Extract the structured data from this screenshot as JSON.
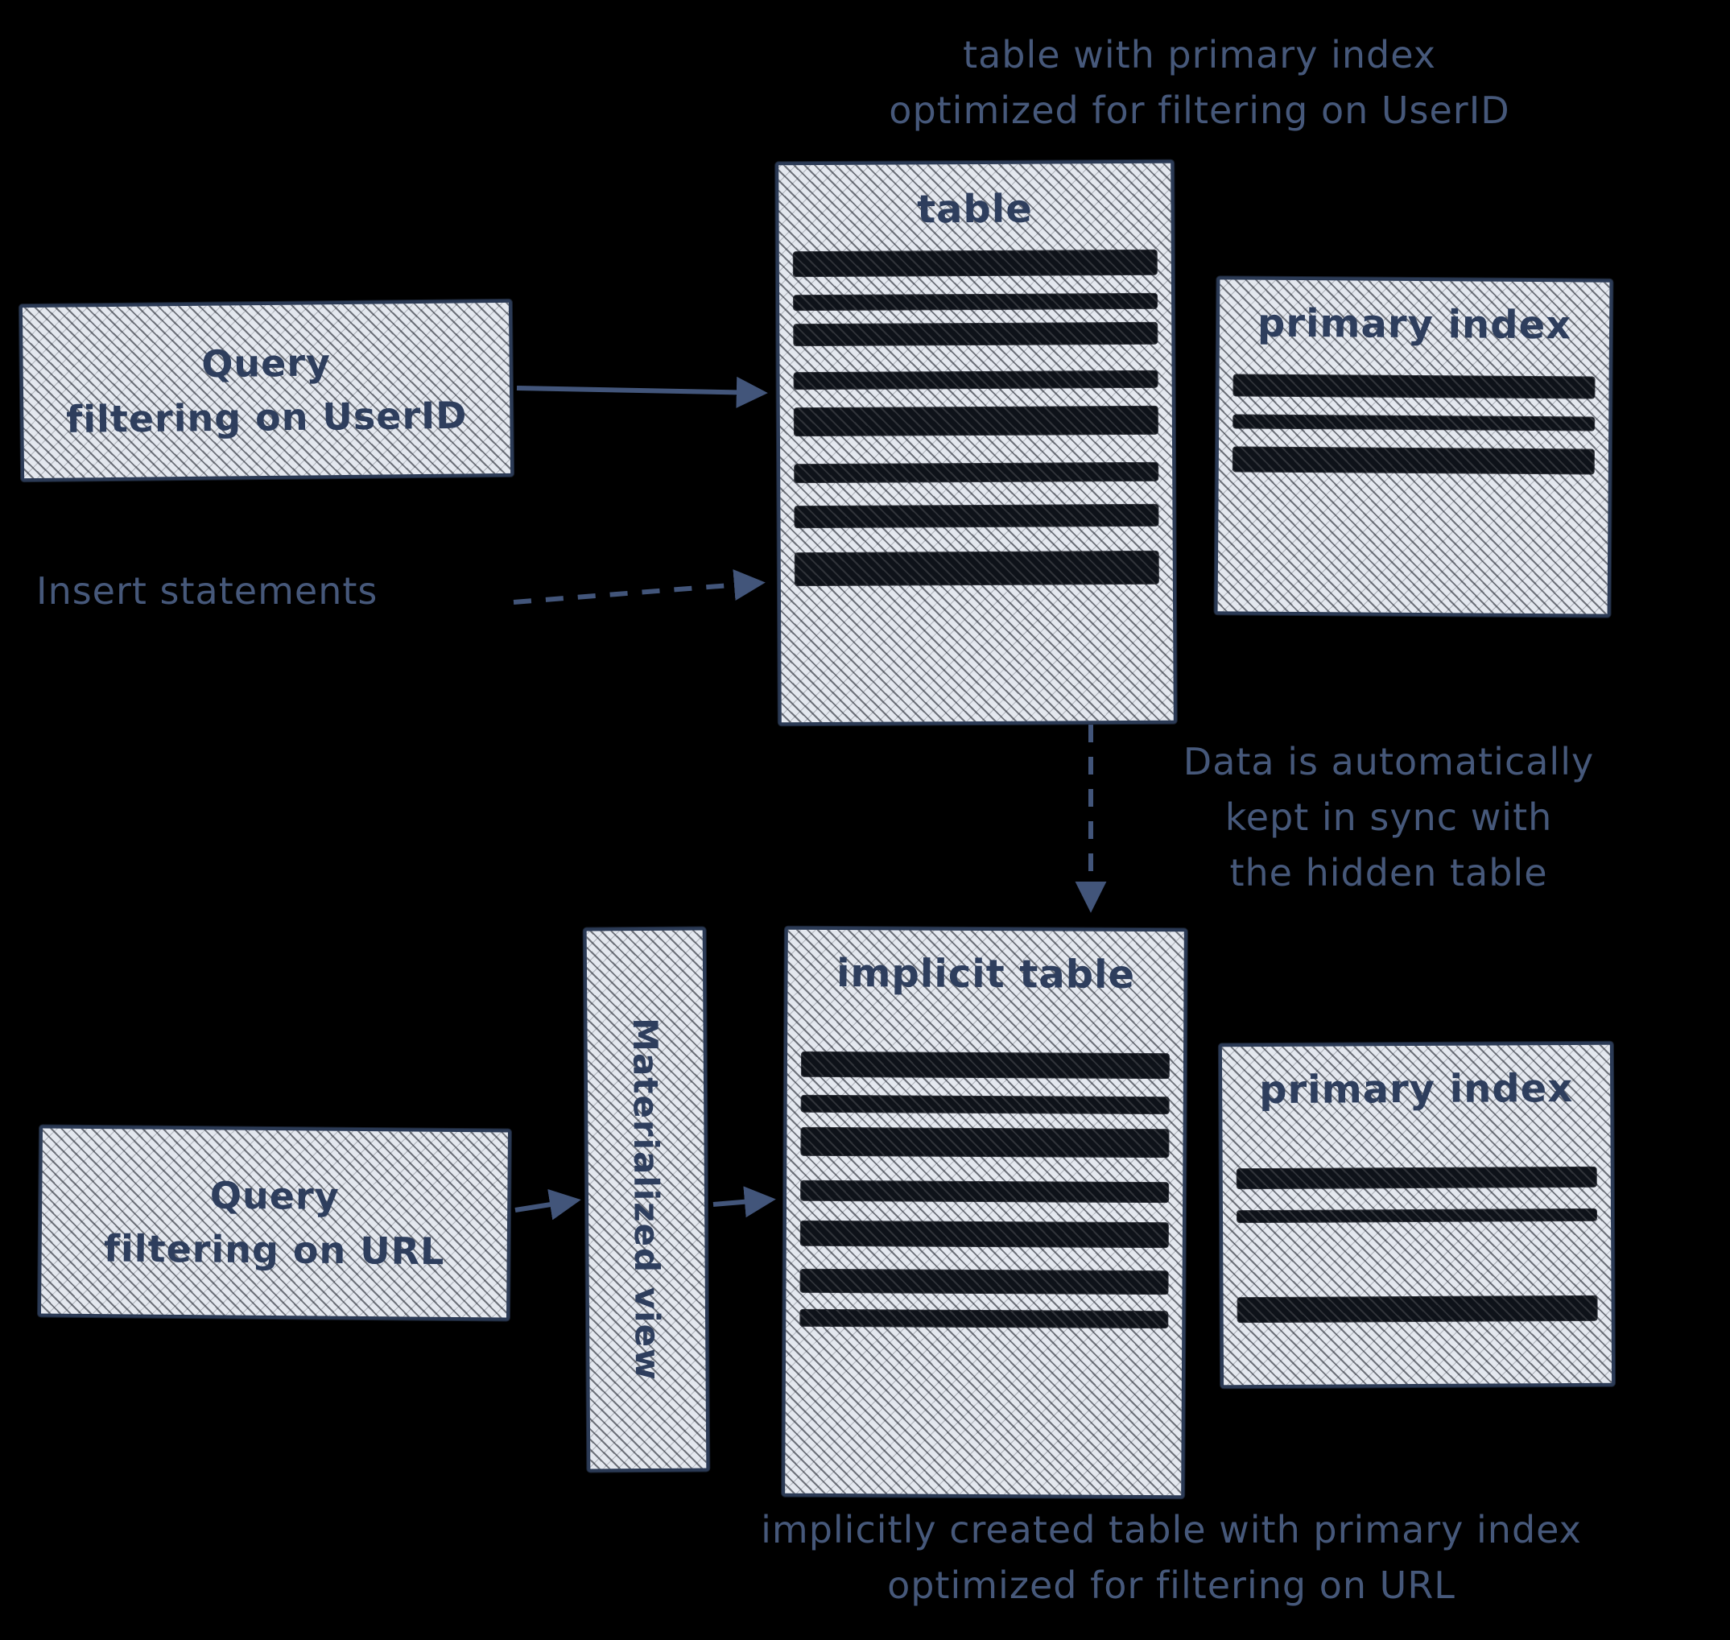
{
  "colors": {
    "background": "#000000",
    "ink": "#46587a",
    "box_border": "#2b3a55",
    "box_label": "#2e3e5d",
    "hatch_fill": "#e4e8ef",
    "row_dark": "#0e1219"
  },
  "captions": {
    "top_table": "table with primary index\noptimized for filtering on UserID",
    "bottom_table": "implicitly created table with primary index\noptimized for filtering on URL",
    "sync_note": "Data is automatically\nkept in sync with\nthe hidden table",
    "insert_label": "Insert statements"
  },
  "nodes": {
    "query_userid": "Query\nfiltering on UserID",
    "query_url": "Query\nfiltering on URL",
    "table": "table",
    "primary_index_top": "primary index",
    "implicit_table": "implicit table",
    "primary_index_bottom": "primary index",
    "materialized_view": "Materialized view"
  }
}
